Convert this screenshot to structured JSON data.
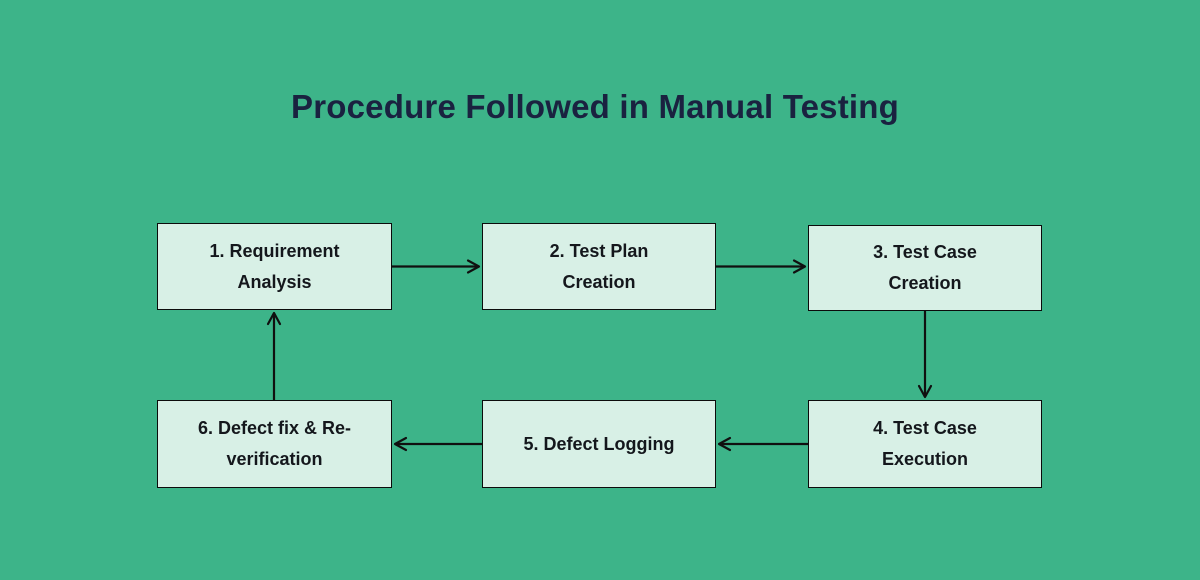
{
  "title": "Procedure Followed in Manual Testing",
  "colors": {
    "background": "#3DB489",
    "box_fill": "#D8F0E6",
    "box_border": "#0B0B0B",
    "box_text": "#14171C",
    "title_text": "#1A2240",
    "arrow": "#101010"
  },
  "nodes": [
    {
      "id": 1,
      "lines": [
        "1. Requirement",
        "Analysis"
      ]
    },
    {
      "id": 2,
      "lines": [
        "2. Test Plan",
        "Creation"
      ]
    },
    {
      "id": 3,
      "lines": [
        "3. Test Case",
        "Creation"
      ]
    },
    {
      "id": 4,
      "lines": [
        "4. Test Case",
        "Execution"
      ]
    },
    {
      "id": 5,
      "lines": [
        "5. Defect Logging"
      ]
    },
    {
      "id": 6,
      "lines": [
        "6. Defect fix & Re-",
        "verification"
      ]
    }
  ]
}
